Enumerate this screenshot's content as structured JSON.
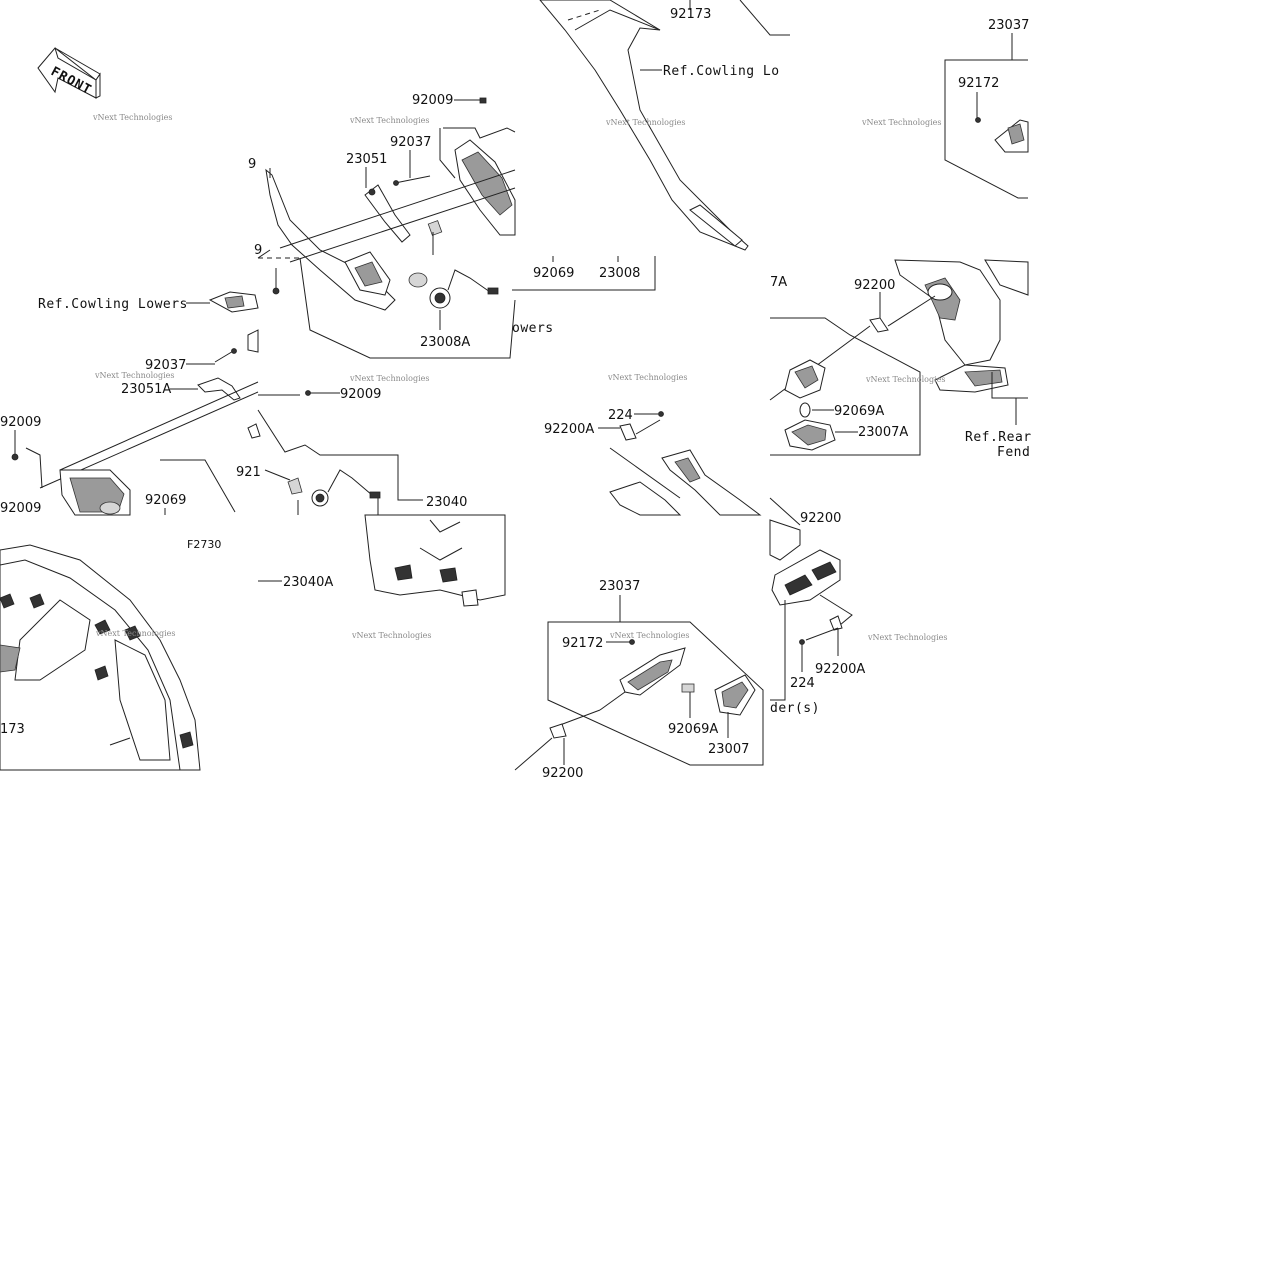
{
  "diagram_code": "F2730",
  "front_label": "FRONT",
  "watermark": "vNext Technologies",
  "callouts": {
    "c92173_top": "92173",
    "ref_cowling_lowers_top": "Ref.Cowling Lo",
    "c23037_right": "23037",
    "c92172_right": "92172",
    "c92009_a": "92009",
    "c92037_a": "92037",
    "c23051": "23051",
    "c9_a": "9",
    "c9_b": "9",
    "c92069_top": "92069",
    "c23008": "23008",
    "ref_cowling_lowers_left": "Ref.Cowling Lowers",
    "c23008A": "23008A",
    "lowers_partial": "owers",
    "c7A_partial": "7A",
    "c92200_top": "92200",
    "c92069A_right": "92069A",
    "c23007A": "23007A",
    "ref_rear_fender_1": "Ref.Rear",
    "ref_rear_fender_2": "Fend",
    "c92037_b": "92037",
    "c23051A": "23051A",
    "c92009_b": "92009",
    "c92009_c": "92009",
    "c92009_d": "92009",
    "c92069_left": "92069",
    "c921_partial": "921",
    "c23040": "23040",
    "c23040A": "23040A",
    "c224_top": "224",
    "c92200A_top": "92200A",
    "c92200_mid": "92200",
    "c23037_bottom": "23037",
    "c92172_bottom": "92172",
    "c92069A_bottom": "92069A",
    "c23007": "23007",
    "c92200_bottom": "92200",
    "c224_bottom": "224",
    "c92200A_bottom": "92200A",
    "ref_fender_partial": "der(s)",
    "c173_partial": "173"
  }
}
